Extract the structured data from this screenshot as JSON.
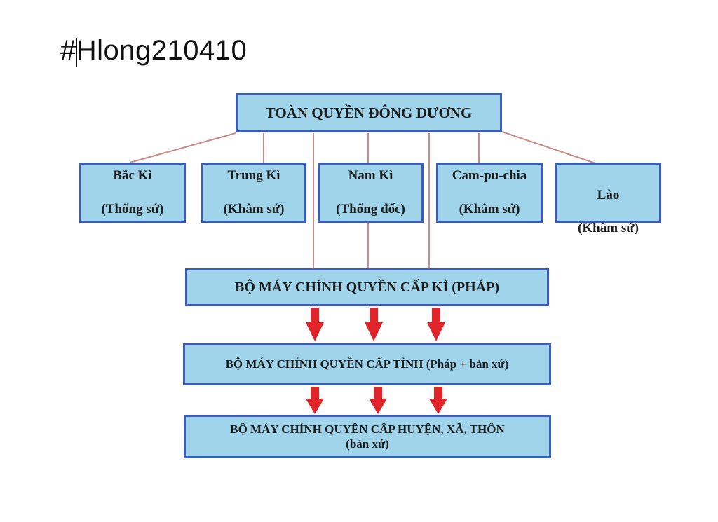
{
  "header": {
    "hashtag": "#Hlong210410"
  },
  "diagram": {
    "top": "TOÀN QUYỀN ĐÔNG DƯƠNG",
    "regions": [
      {
        "name": "Bắc Kì",
        "role": "(Thống sứ)"
      },
      {
        "name": "Trung Kì",
        "role": "(Khâm sứ)"
      },
      {
        "name": "Nam Kì",
        "role": "(Thống đốc)"
      },
      {
        "name": "Cam-pu-chia",
        "role": "(Khâm sứ)"
      },
      {
        "name": "Lào",
        "role": "(Khâm sứ)"
      }
    ],
    "level_ki": "BỘ MÁY CHÍNH QUYỀN CẤP KÌ (PHÁP)",
    "level_tinh": "BỘ MÁY CHÍNH QUYỀN CẤP TỈNH (Pháp + bản xứ)",
    "level_huyen": {
      "line1": "BỘ MÁY CHÍNH QUYỀN CẤP HUYỆN, XÃ, THÔN",
      "line2": "(bản xứ)"
    }
  },
  "colors": {
    "box_fill": "#9fd4ea",
    "box_border": "#3a5bbf",
    "connector": "#c98a8a",
    "arrow": "#e0242a"
  }
}
